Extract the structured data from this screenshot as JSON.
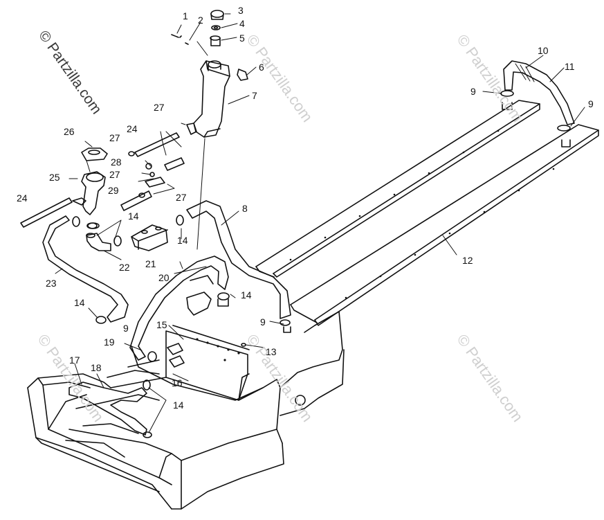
{
  "watermark": {
    "text": "© Partzilla.com"
  },
  "callouts": [
    {
      "id": "c1",
      "text": "1"
    },
    {
      "id": "c2",
      "text": "2"
    },
    {
      "id": "c3",
      "text": "3"
    },
    {
      "id": "c4",
      "text": "4"
    },
    {
      "id": "c5",
      "text": "5"
    },
    {
      "id": "c6",
      "text": "6"
    },
    {
      "id": "c7",
      "text": "7"
    },
    {
      "id": "c8",
      "text": "8"
    },
    {
      "id": "c9a",
      "text": "9"
    },
    {
      "id": "c9b",
      "text": "9"
    },
    {
      "id": "c9c",
      "text": "9"
    },
    {
      "id": "c9d",
      "text": "9"
    },
    {
      "id": "c10",
      "text": "10"
    },
    {
      "id": "c11",
      "text": "11"
    },
    {
      "id": "c12",
      "text": "12"
    },
    {
      "id": "c13",
      "text": "13"
    },
    {
      "id": "c14a",
      "text": "14"
    },
    {
      "id": "c14b",
      "text": "14"
    },
    {
      "id": "c14c",
      "text": "14"
    },
    {
      "id": "c14d",
      "text": "14"
    },
    {
      "id": "c14e",
      "text": "14"
    },
    {
      "id": "c15",
      "text": "15"
    },
    {
      "id": "c16",
      "text": "16"
    },
    {
      "id": "c17",
      "text": "17"
    },
    {
      "id": "c18",
      "text": "18"
    },
    {
      "id": "c19",
      "text": "19"
    },
    {
      "id": "c20",
      "text": "20"
    },
    {
      "id": "c21",
      "text": "21"
    },
    {
      "id": "c22",
      "text": "22"
    },
    {
      "id": "c23",
      "text": "23"
    },
    {
      "id": "c24a",
      "text": "24"
    },
    {
      "id": "c24b",
      "text": "24"
    },
    {
      "id": "c25",
      "text": "25"
    },
    {
      "id": "c26",
      "text": "26"
    },
    {
      "id": "c27a",
      "text": "27"
    },
    {
      "id": "c27b",
      "text": "27"
    },
    {
      "id": "c27c",
      "text": "27"
    },
    {
      "id": "c27d",
      "text": "27"
    },
    {
      "id": "c28",
      "text": "28"
    },
    {
      "id": "c29",
      "text": "29"
    }
  ]
}
